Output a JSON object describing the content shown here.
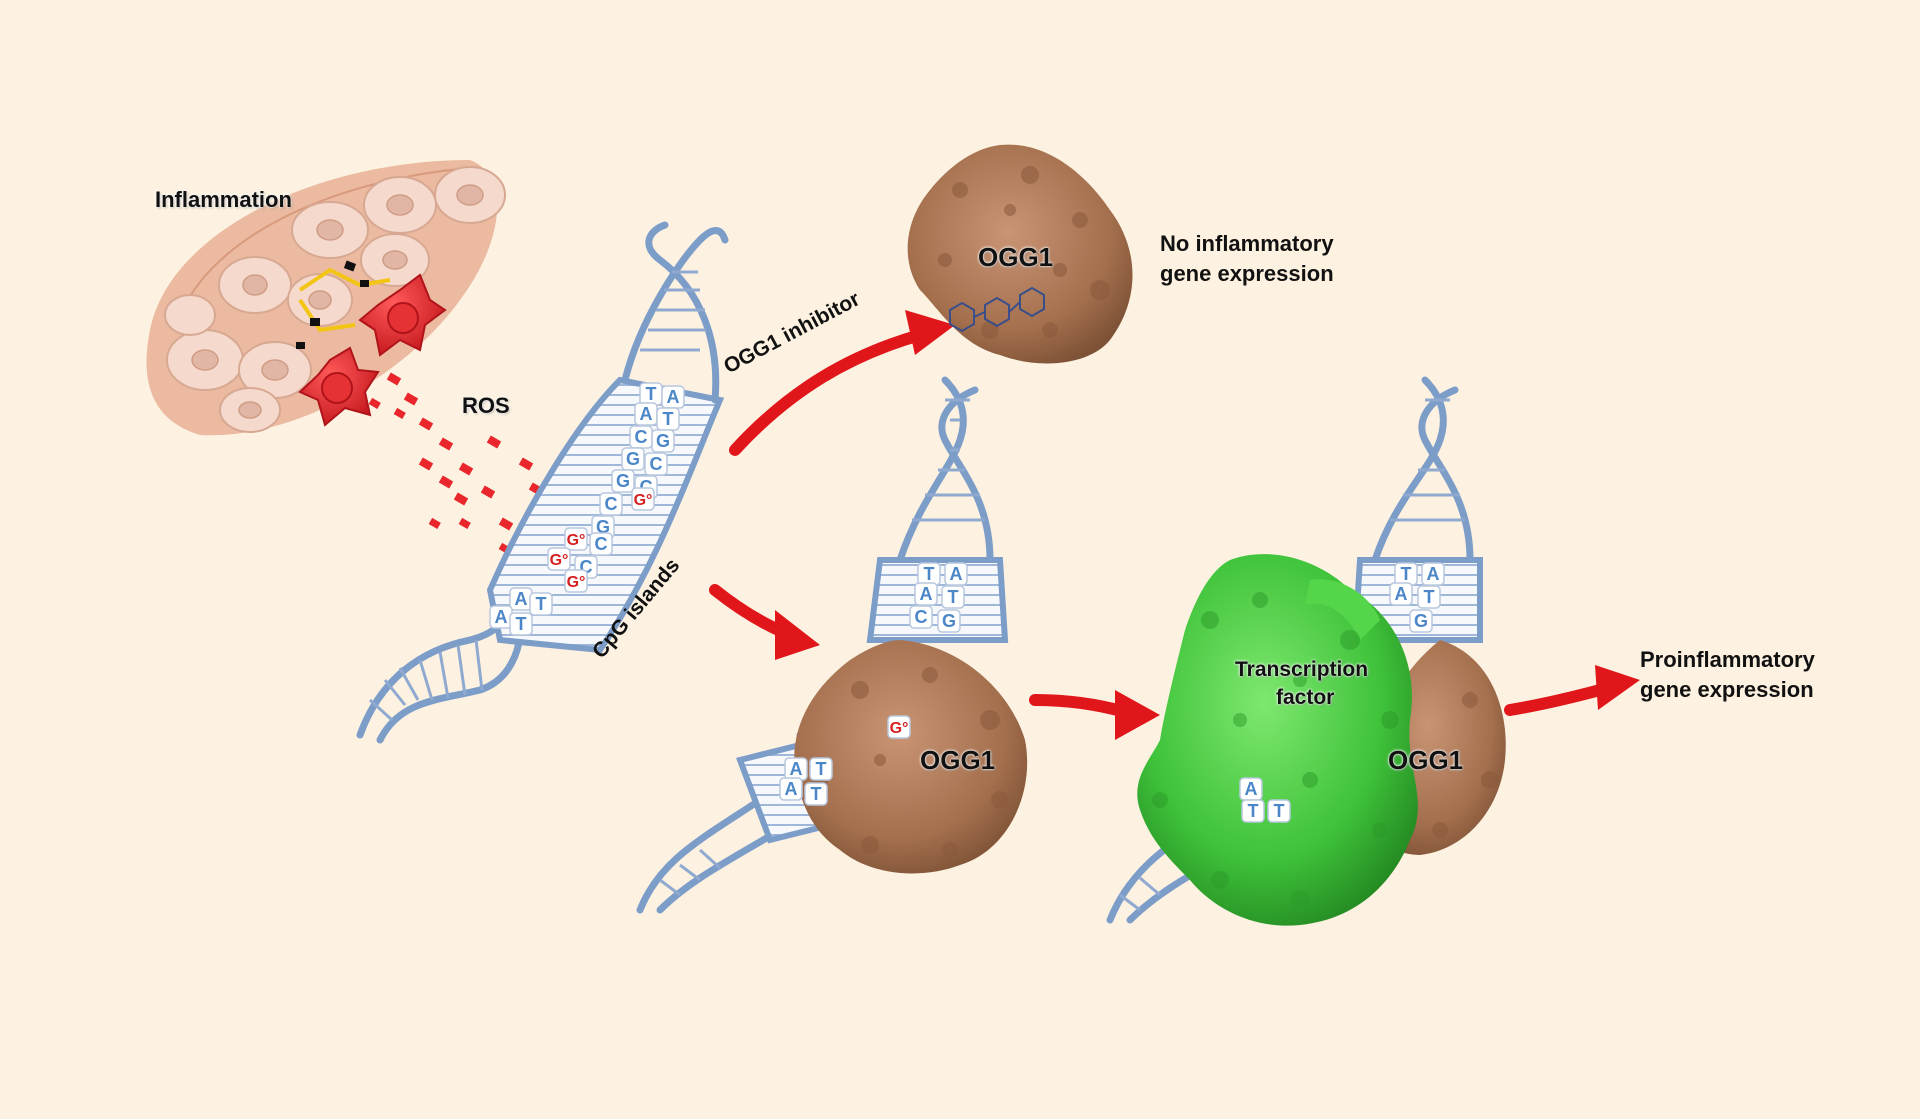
{
  "labels": {
    "inflammation": "Inflammation",
    "ros": "ROS",
    "ogg1_inhibitor": "OGG1 inhibitor",
    "cpg_islands": "CpG islands",
    "ogg1_top": "OGG1",
    "no_inflammatory_line1": "No inflammatory",
    "no_inflammatory_line2": "gene expression",
    "ogg1_middle": "OGG1",
    "ogg1_right": "OGG1",
    "transcription_factor_line1": "Transcription",
    "transcription_factor_line2": "factor",
    "proinflammatory_line1": "Proinflammatory",
    "proinflammatory_line2": "gene expression"
  },
  "bases": {
    "main_helix": [
      "T",
      "A",
      "A",
      "T",
      "C",
      "G",
      "G",
      "C",
      "G",
      "C",
      "G°",
      "C",
      "G",
      "G°",
      "C",
      "G°",
      "C",
      "G°",
      "A",
      "T",
      "A",
      "T"
    ],
    "middle_helix": [
      "T",
      "A",
      "A",
      "T",
      "C",
      "G",
      "G°",
      "A",
      "T",
      "A",
      "T"
    ],
    "right_helix": [
      "T",
      "A",
      "A",
      "T",
      "G",
      "A",
      "T",
      "T"
    ]
  },
  "colors": {
    "background": "#fdf2e1",
    "dna": "#7d9dc9",
    "base_blue": "#4b86c8",
    "oxidized_red": "#d62020",
    "ogg1_brown": "#a8734f",
    "transcription_factor_green": "#3ec43a",
    "arrow_red": "#e0161a",
    "tissue": "#e9b49a",
    "immune_cell_red": "#d9262c"
  }
}
